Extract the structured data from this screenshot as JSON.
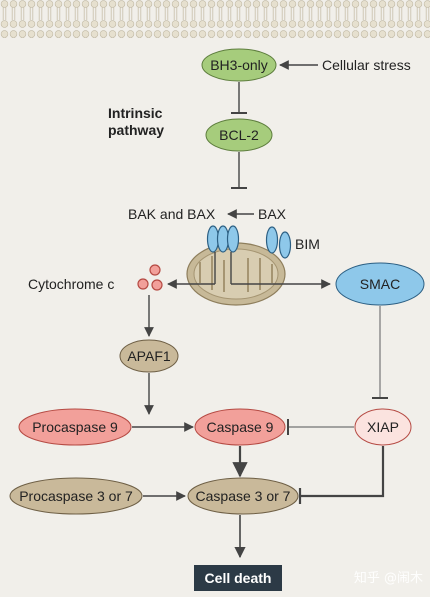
{
  "pathway_label_line1": "Intrinsic",
  "pathway_label_line2": "pathway",
  "nodes": {
    "bh3_only": "BH3-only",
    "cellular_stress": "Cellular stress",
    "bcl2": "BCL-2",
    "bak_bax": "BAK and BAX",
    "bax": "BAX",
    "bim": "BIM",
    "cytochrome_c": "Cytochrome c",
    "smac": "SMAC",
    "apaf1": "APAF1",
    "procaspase9": "Procaspase 9",
    "caspase9": "Caspase 9",
    "xiap": "XIAP",
    "procaspase37": "Procaspase 3 or 7",
    "caspase37": "Caspase 3 or 7",
    "cell_death": "Cell death"
  },
  "watermark": "知乎 @闹木",
  "colors": {
    "background": "#f1efea",
    "membrane": "#d6d0bd",
    "green_node": "#a6cc7c",
    "blue_node": "#8ec8ea",
    "tan_node": "#c9b99a",
    "red_node": "#f2a09a",
    "pink_node": "#fbe3df",
    "dark_box": "#2c3a46",
    "arrow": "#444444"
  }
}
